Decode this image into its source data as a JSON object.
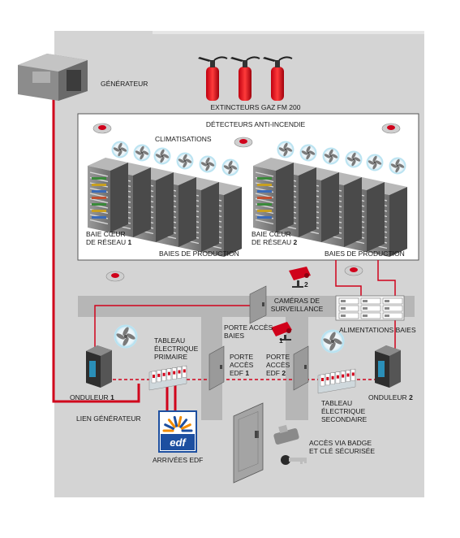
{
  "labels": {
    "generator": "GÉNÉRATEUR",
    "extinguishers": "EXTINCTEURS GAZ FM 200",
    "detectors": "DÉTECTEURS ANTI-INCENDIE",
    "climatisations": "CLIMATISATIONS",
    "rack1_line1": "BAIE CŒUR",
    "rack1_line2": "DE RÉSEAU",
    "rack1_num": "1",
    "rack2_line1": "BAIE CŒUR",
    "rack2_line2": "DE RÉSEAU",
    "rack2_num": "2",
    "prod_left": "BAIES DE PRODUCTION",
    "prod_right": "BAIES DE PRODUCTION",
    "cameras_line1": "CAMÉRAS DE",
    "cameras_line2": "SURVEILLANCE",
    "camera1_num": "1",
    "camera2_num": "2",
    "porte_baies_line1": "PORTE ACCÈS",
    "porte_baies_line2": "BAIES",
    "alim_baies": "ALIMENTATIONS  BAIES",
    "tableau_primaire_l1": "TABLEAU",
    "tableau_primaire_l2": "ÉLECTRIQUE",
    "tableau_primaire_l3": "PRIMAIRE",
    "porte_edf1_l1": "PORTE",
    "porte_edf1_l2": "ACCÈS",
    "porte_edf1_l3": "EDF",
    "porte_edf1_num": "1",
    "porte_edf2_l1": "PORTE",
    "porte_edf2_l2": "ACCÈS",
    "porte_edf2_l3": "EDF",
    "porte_edf2_num": "2",
    "onduleur1": "ONDULEUR",
    "onduleur1_num": "1",
    "onduleur2": "ONDULEUR",
    "onduleur2_num": "2",
    "lien_generateur": "LIEN GÉNÉRATEUR",
    "tableau_secondaire_l1": "TABLEAU",
    "tableau_secondaire_l2": "ÉLECTRIQUE",
    "tableau_secondaire_l3": "SECONDAIRE",
    "edf_logo": "EDF",
    "arrivees_edf": "ARRIVÉES EDF",
    "acces_badge_l1": "ACCÈS VIA BADGE",
    "acces_badge_l2": "ET CLÉ SÉCURISÉE"
  },
  "colors": {
    "floor": "#d4d4d4",
    "room": "#ffffff",
    "corridor": "#b4b4b4",
    "power_line": "#d0021b",
    "edf_blue": "#1d4fa0",
    "edf_orange": "#f28c00"
  }
}
